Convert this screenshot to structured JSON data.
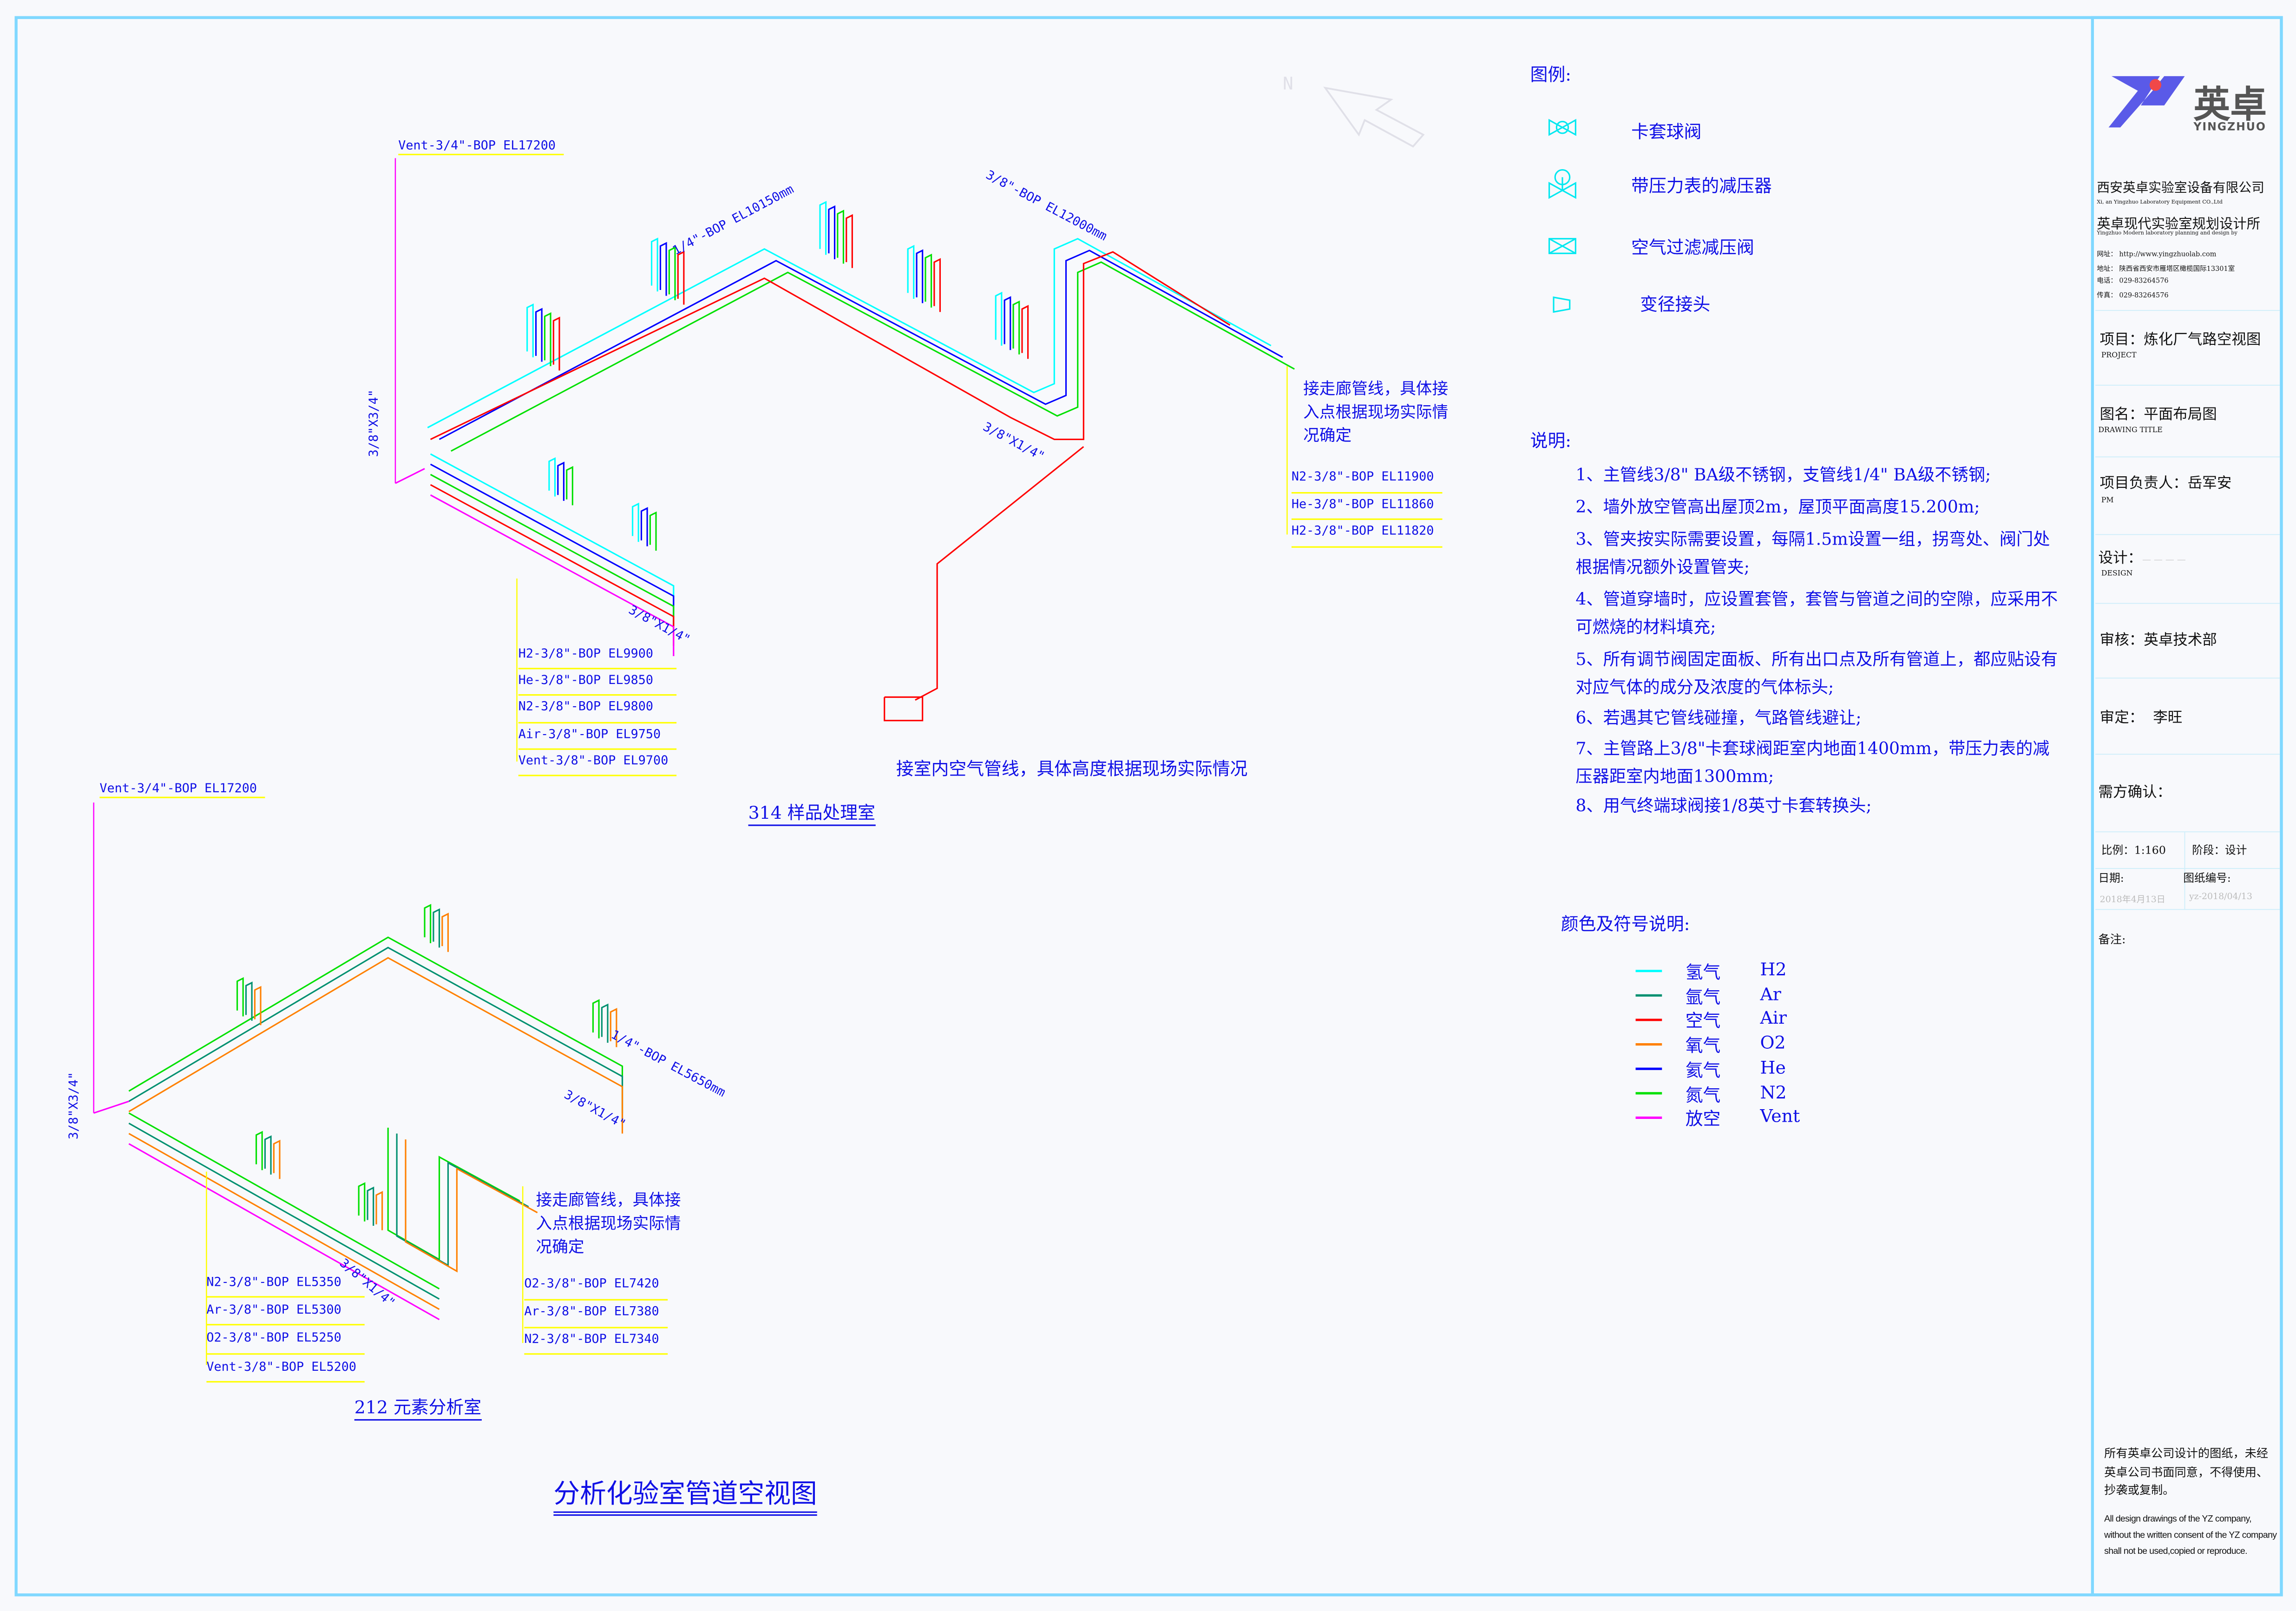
{
  "colors": {
    "H2": "#00ffff",
    "Ar": "#009070",
    "Air": "#ff0000",
    "O2": "#ff8000",
    "He": "#0000ff",
    "N2": "#00e000",
    "Vent": "#ff00ff",
    "text": "#1010e6",
    "leader": "#ffff00",
    "border": "#80d8ff"
  },
  "north": "N",
  "upper": {
    "vent_label": "Vent-3/4\"-BOP EL17200",
    "riser_label": "3/8\"X3/4\"",
    "branch_label": "1/4\"-BOP EL10150mm",
    "main_label": "3/8\"-BOP EL12000mm",
    "reducer_label_1": "3/8\"X1/4\"",
    "reducer_label_2": "3/8\"X1/4\"",
    "corridor_note": [
      "接走廊管线，具体接",
      "入点根据现场实际情",
      "况确定"
    ],
    "corridor_lines": [
      "N2-3/8\"-BOP EL11900",
      "He-3/8\"-BOP EL11860",
      "H2-3/8\"-BOP EL11820"
    ],
    "branch_lines": [
      "H2-3/8\"-BOP EL9900",
      "He-3/8\"-BOP EL9850",
      "N2-3/8\"-BOP EL9800",
      "Air-3/8\"-BOP EL9750",
      "Vent-3/8\"-BOP EL9700"
    ],
    "air_note": "接室内空气管线，具体高度根据现场实际情况",
    "room": "314 样品处理室"
  },
  "lower": {
    "vent_label": "Vent-3/4\"-BOP EL17200",
    "riser_label": "3/8\"X3/4\"",
    "branch_label": "1/4\"-BOP EL5650mm",
    "reducer_label_1": "3/8\"X1/4\"",
    "reducer_label_2": "3/8\"X1/4\"",
    "corridor_note": [
      "接走廊管线，具体接",
      "入点根据现场实际情",
      "况确定"
    ],
    "left_lines": [
      "N2-3/8\"-BOP EL5350",
      "Ar-3/8\"-BOP EL5300",
      "O2-3/8\"-BOP EL5250",
      "Vent-3/8\"-BOP EL5200"
    ],
    "right_lines": [
      "O2-3/8\"-BOP EL7420",
      "Ar-3/8\"-BOP EL7380",
      "N2-3/8\"-BOP EL7340"
    ],
    "room": "212 元素分析室"
  },
  "drawing_title": "分析化验室管道空视图",
  "legend": {
    "title": "图例:",
    "items": [
      {
        "icon": "ball-valve-icon",
        "label": "卡套球阀"
      },
      {
        "icon": "pressure-reducer-icon",
        "label": "带压力表的减压器"
      },
      {
        "icon": "air-filter-valve-icon",
        "label": "空气过滤减压阀"
      },
      {
        "icon": "reducer-fitting-icon",
        "label": "变径接头"
      }
    ]
  },
  "notes": {
    "title": "说明:",
    "items": [
      "1、主管线3/8\" BA级不锈钢，支管线1/4\" BA级不锈钢;",
      "2、墙外放空管高出屋顶2m，屋顶平面高度15.200m;",
      "3、管夹按实际需要设置，每隔1.5m设置一组，拐弯处、阀门处根据情况额外设置管夹;",
      "4、管道穿墙时，应设置套管，套管与管道之间的空隙，应采用不可燃烧的材料填充;",
      "5、所有调节阀固定面板、所有出口点及所有管道上，都应贴设有对应气体的成分及浓度的气体标头;",
      "6、若遇其它管线碰撞，气路管线避让;",
      "7、主管路上3/8\"卡套球阀距室内地面1400mm，带压力表的减压器距室内地面1300mm;",
      "8、用气终端球阀接1/8英寸卡套转换头;"
    ]
  },
  "color_legend": {
    "title": "颜色及符号说明:",
    "items": [
      {
        "key": "H2",
        "cn": "氢气",
        "en": "H2"
      },
      {
        "key": "Ar",
        "cn": "氩气",
        "en": "Ar"
      },
      {
        "key": "Air",
        "cn": "空气",
        "en": "Air"
      },
      {
        "key": "O2",
        "cn": "氧气",
        "en": "O2"
      },
      {
        "key": "He",
        "cn": "氦气",
        "en": "He"
      },
      {
        "key": "N2",
        "cn": "氮气",
        "en": "N2"
      },
      {
        "key": "Vent",
        "cn": "放空",
        "en": "Vent"
      }
    ]
  },
  "title_block": {
    "logo_cn": "英卓",
    "logo_en": "YINGZHUO",
    "company_cn": "西安英卓实验室设备有限公司",
    "company_en": "Xi, an Yingzhuo Laboratory Equipment CO.,Ltd",
    "institute_cn": "英卓现代实验室规划设计所",
    "institute_en": "Yingzhuo Modern laboratory planning and design by",
    "website": "网址： http://www.yingzhuolab.com",
    "address": "地址： 陕西省西安市雁塔区橄榄国际13301室",
    "phone": "电话： 029-83264576",
    "fax": "传真： 029-83264576",
    "project_label": "项目：",
    "project": "炼化厂气路空视图",
    "project_en": "PROJECT",
    "drawing_label": "图名：",
    "drawing": "平面布局图",
    "drawing_en": "DRAWING TITLE",
    "pm_label": "项目负责人：",
    "pm": "岳军安",
    "pm_en": "PM",
    "design_label": "设计：",
    "design": "— — — —",
    "design_en": "DESIGN",
    "review_label": "审核：",
    "review": "英卓技术部",
    "approve_label": "审定：",
    "approve": "李旺",
    "confirm_label": "需方确认：",
    "scale_label": "比例：",
    "scale": "1:160",
    "stage_label": "阶段：",
    "stage": "设计",
    "date_label": "日期:",
    "date": "2018年4月13日",
    "number_label": "图纸编号:",
    "number": "yz-2018/04/13",
    "remark_label": "备注:",
    "copyright_cn": "所有英卓公司设计的图纸，未经英卓公司书面同意，不得使用、抄袭或复制。",
    "copyright_en": "All design drawings of the YZ company, without the written consent of the YZ company shall not be used,copied or reproduce."
  }
}
